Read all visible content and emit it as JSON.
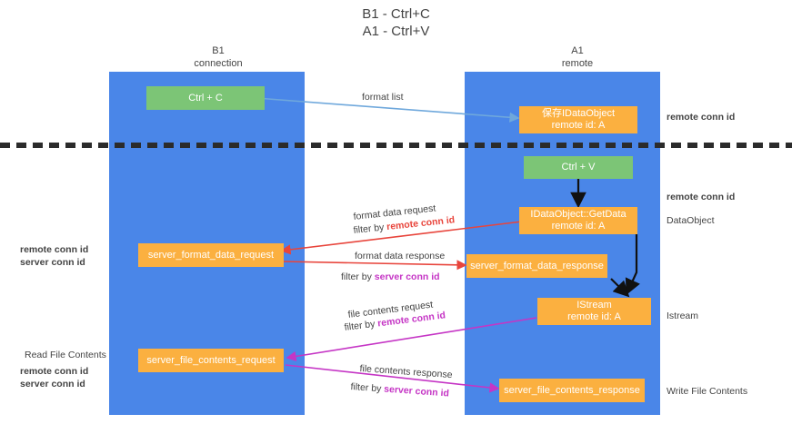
{
  "title": {
    "line1": "B1 - Ctrl+C",
    "line2": "A1 - Ctrl+V"
  },
  "lanes": [
    {
      "id": "b1",
      "name": "B1",
      "sub": "connection",
      "color": "#4a86e8"
    },
    {
      "id": "a1",
      "name": "A1",
      "sub": "remote",
      "color": "#4a86e8"
    }
  ],
  "nodes": {
    "ctrl_c": "Ctrl + C",
    "ctrl_v": "Ctrl + V",
    "save_idataobject_l1": "保存IDataObject",
    "save_idataobject_l2": "remote id: A",
    "getdata_l1": "IDataObject::GetData",
    "getdata_l2": "remote id: A",
    "istream_l1": "IStream",
    "istream_l2": "remote id: A",
    "server_format_data_request": "server_format_data_request",
    "server_format_data_response": "server_format_data_response",
    "server_file_contents_request": "server_file_contents_request",
    "server_file_contents_response": "server_file_contents_response"
  },
  "edge_labels": {
    "format_list": "format list",
    "format_data_request": "format data request",
    "format_data_request_filter_prefix": "filter by ",
    "format_data_request_filter_value": "remote conn id",
    "format_data_response": "format data response",
    "format_data_response_filter_prefix": "filter by ",
    "format_data_response_filter_value": "server conn id",
    "file_contents_request": "file contents request",
    "file_contents_request_filter_prefix": "filter by ",
    "file_contents_request_filter_value": "remote conn id",
    "file_contents_response": "file contents response",
    "file_contents_response_filter_prefix": "filter by ",
    "file_contents_response_filter_value": "server conn id"
  },
  "right_annotations": {
    "remote_conn_id_top": "remote conn id",
    "remote_conn_id_mid": "remote conn id",
    "dataobject": "DataObject",
    "istream": "Istream",
    "write_file_contents": "Write File Contents"
  },
  "left_annotations": {
    "remote_conn_id_mid": "remote conn id",
    "server_conn_id_mid": "server conn id",
    "read_file_contents": "Read File Contents",
    "remote_conn_id_bottom": "remote conn id",
    "server_conn_id_bottom": "server conn id"
  },
  "colors": {
    "lane": "#4a86e8",
    "green_node": "#7cc576",
    "orange_node": "#fbb040",
    "magenta": "#c535c5",
    "green_text": "#6aa84f",
    "red_arrow": "#e8453c",
    "blue_arrow": "#6fa8dc",
    "divider": "#2b2b2b"
  }
}
